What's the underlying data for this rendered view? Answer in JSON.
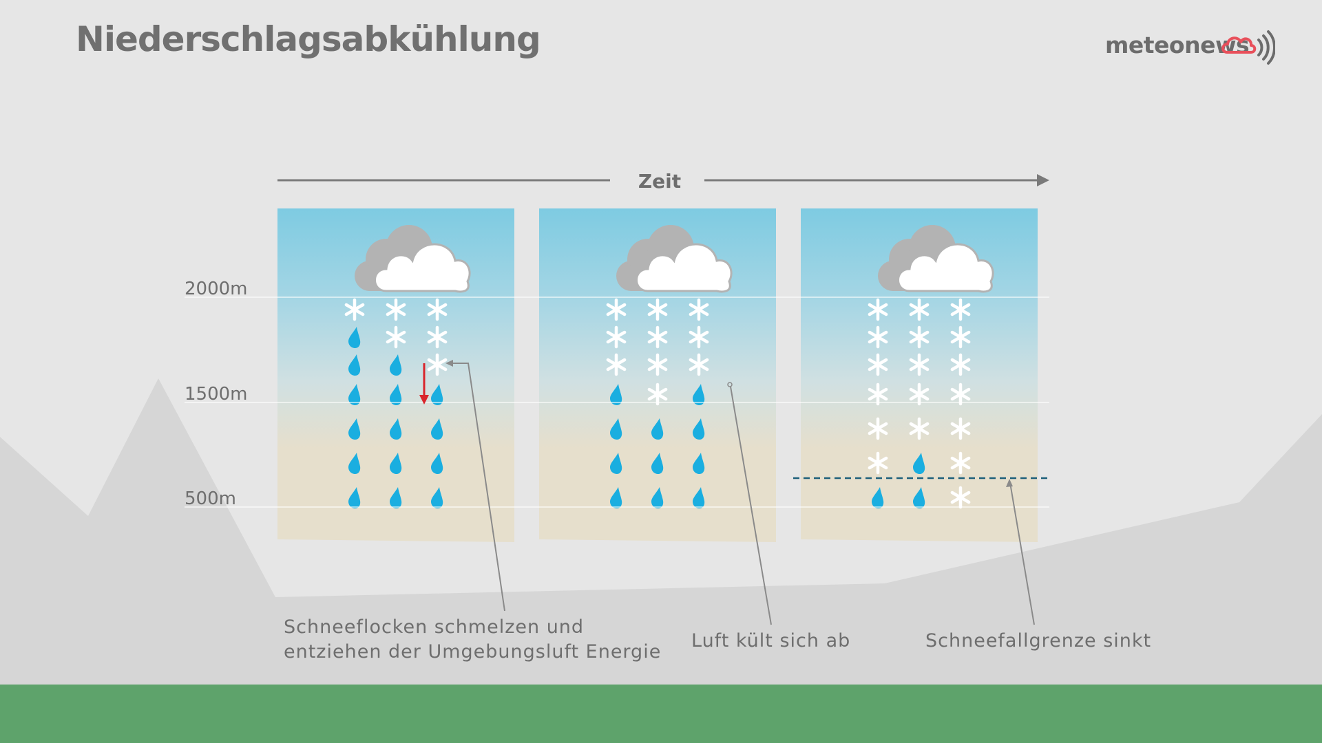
{
  "header": {
    "title": "Niederschlagsabkühlung",
    "brand_name": "meteonews",
    "brand_icon": "cloud-signal-icon"
  },
  "time_axis": {
    "label": "Zeit"
  },
  "altitude_labels": [
    "2000m",
    "1500m",
    "500m"
  ],
  "panels": [
    {
      "rows": [
        [
          "snow",
          "snow",
          "snow"
        ],
        [
          "rain",
          "snow",
          "snow"
        ],
        [
          "rain",
          "rain",
          "snow"
        ],
        [
          "rain",
          "rain",
          "rain"
        ],
        [
          "rain",
          "rain",
          "rain"
        ],
        [
          "rain",
          "rain",
          "rain"
        ],
        [
          "rain",
          "rain",
          "rain"
        ]
      ],
      "annotation_lines": [
        "Schneeflocken schmelzen und",
        "entziehen der Umgebungsluft Energie"
      ]
    },
    {
      "rows": [
        [
          "snow",
          "snow",
          "snow"
        ],
        [
          "snow",
          "snow",
          "snow"
        ],
        [
          "snow",
          "snow",
          "snow"
        ],
        [
          "rain",
          "snow",
          "rain"
        ],
        [
          "rain",
          "rain",
          "rain"
        ],
        [
          "rain",
          "rain",
          "rain"
        ],
        [
          "rain",
          "rain",
          "rain"
        ]
      ],
      "annotation_lines": [
        "Luft kült sich ab"
      ]
    },
    {
      "rows": [
        [
          "snow",
          "snow",
          "snow"
        ],
        [
          "snow",
          "snow",
          "snow"
        ],
        [
          "snow",
          "snow",
          "snow"
        ],
        [
          "snow",
          "snow",
          "snow"
        ],
        [
          "snow",
          "snow",
          "snow"
        ],
        [
          "snow",
          "rain",
          "snow"
        ],
        [
          "rain",
          "rain",
          "snow"
        ]
      ],
      "annotation_lines": [
        "Schneefallgrenze sinkt"
      ]
    }
  ],
  "colors": {
    "background": "#e6e6e6",
    "mountains": "#d6d6d6",
    "ground": "#5ea36b",
    "sky_top": "#7ecbe2",
    "sky_bottom": "#e6dfcc",
    "rain": "#1aaee0",
    "snow": "#ffffff",
    "melt_arrow": "#d9242b",
    "snow_line": "#1d5f7a",
    "text": "#6e6e6e",
    "brand_cloud": "#e8505b"
  }
}
